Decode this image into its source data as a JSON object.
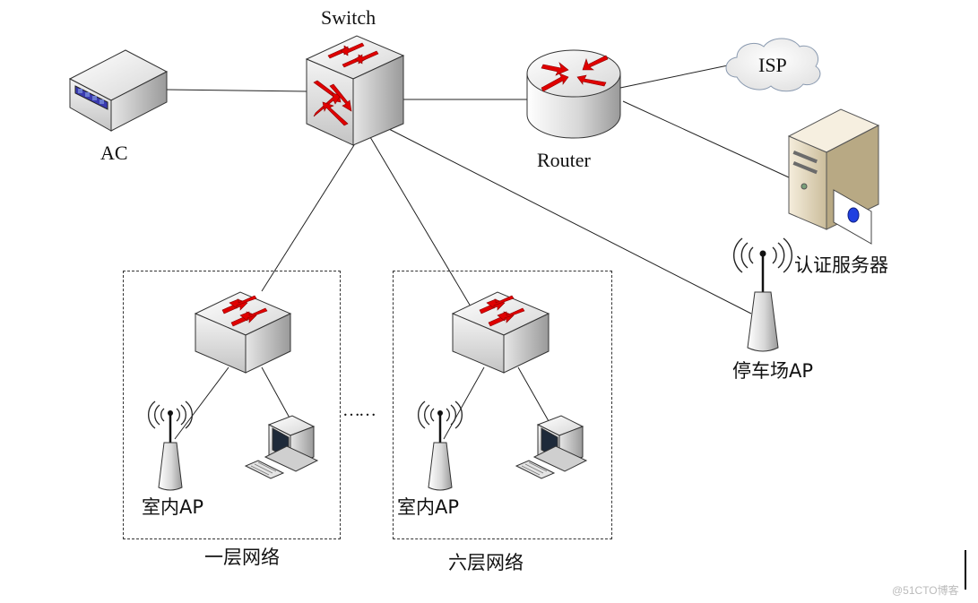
{
  "labels": {
    "switch": "Switch",
    "ac": "AC",
    "router": "Router",
    "isp": "ISP",
    "auth_server": "认证服务器",
    "parking_ap": "停车场AP",
    "indoor_ap_1": "室内AP",
    "indoor_ap_6": "室内AP",
    "floor_1": "一层网络",
    "floor_6": "六层网络",
    "ellipsis": "……"
  },
  "watermark": "@51CTO博客",
  "colors": {
    "arrow_red": "#e00000",
    "device_gray": "#cfcfcf",
    "server_beige": "#e8dcc0",
    "line": "#222222"
  },
  "icons": [
    "ac-box-icon",
    "core-switch-icon",
    "router-icon",
    "cloud-icon",
    "server-icon",
    "antenna-icon",
    "floor-switch-icon",
    "computer-icon"
  ]
}
